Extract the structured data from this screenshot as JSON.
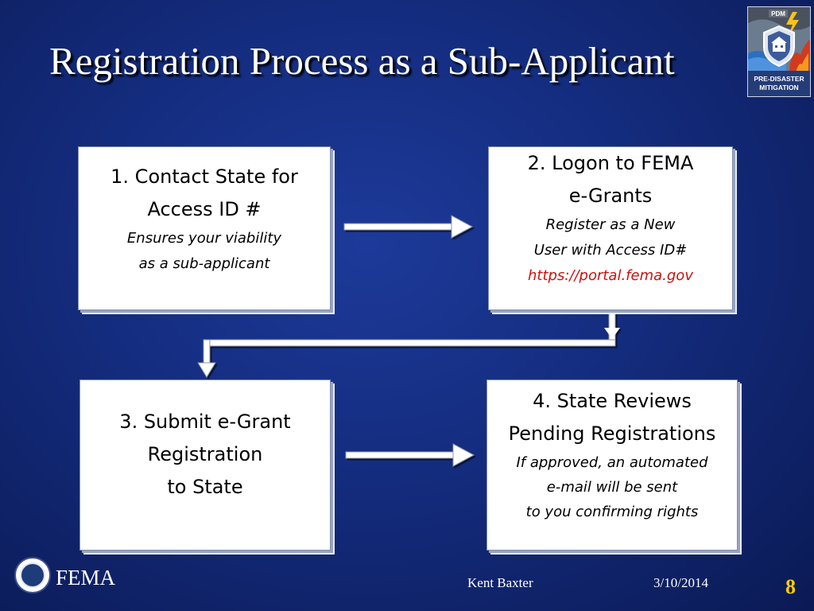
{
  "slide": {
    "title": "Registration Process as a Sub-Applicant",
    "slide_number": "8"
  },
  "logo": {
    "top_text": "PDM",
    "bottom_line1": "PRE-DISASTER",
    "bottom_line2": "MITIGATION"
  },
  "steps": [
    {
      "main_lines": [
        "1. Contact State for",
        "Access ID #"
      ],
      "sub_lines": [
        "Ensures your viability",
        "as a sub-applicant"
      ],
      "link": ""
    },
    {
      "main_lines": [
        "2. Logon to FEMA",
        "e-Grants"
      ],
      "sub_lines": [
        "Register as a New",
        "User with Access ID#"
      ],
      "link": "https://portal.fema.gov"
    },
    {
      "main_lines": [
        "3. Submit e-Grant",
        "Registration",
        "to State"
      ],
      "sub_lines": [],
      "link": ""
    },
    {
      "main_lines": [
        "4. State Reviews",
        "Pending Registrations"
      ],
      "sub_lines": [
        "If approved, an automated",
        "e-mail will be sent",
        "to you confirming rights"
      ],
      "link": ""
    }
  ],
  "footer": {
    "org": "FEMA",
    "presenter": "Kent Baxter",
    "date": "3/10/2014"
  },
  "colors": {
    "background": "#142c7e",
    "link": "#cc1010",
    "slide_number": "#ffcc00"
  }
}
